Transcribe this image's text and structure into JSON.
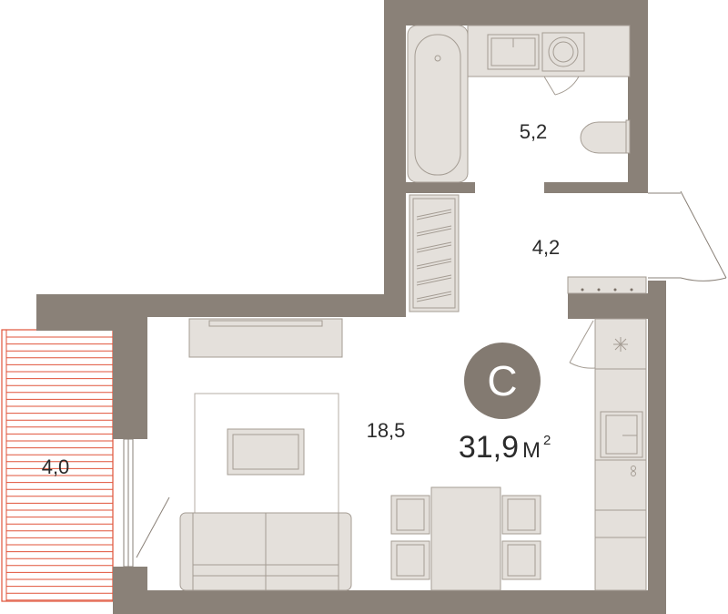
{
  "rooms": {
    "bathroom": {
      "area": "5,2"
    },
    "hallway": {
      "area": "4,2"
    },
    "living": {
      "area": "18,5"
    },
    "balcony": {
      "area": "4,0"
    }
  },
  "apartment": {
    "type_letter": "С",
    "total_area": "31,9",
    "unit": "М",
    "unit_sup": "2"
  },
  "colors": {
    "wall": "#8a8178",
    "furniture_fill": "#e4e0db",
    "furniture_stroke": "#a49c93",
    "balcony_line": "#e0533a",
    "badge": "#837a71",
    "badge_text": "#ffffff",
    "text": "#2b2b2b"
  },
  "icons": [
    "bathtub-icon",
    "sink-icon",
    "washing-machine-icon",
    "toilet-icon",
    "stove-icon",
    "kitchen-sink-icon",
    "sofa-icon",
    "tv-stand-icon",
    "dining-table-icon"
  ]
}
